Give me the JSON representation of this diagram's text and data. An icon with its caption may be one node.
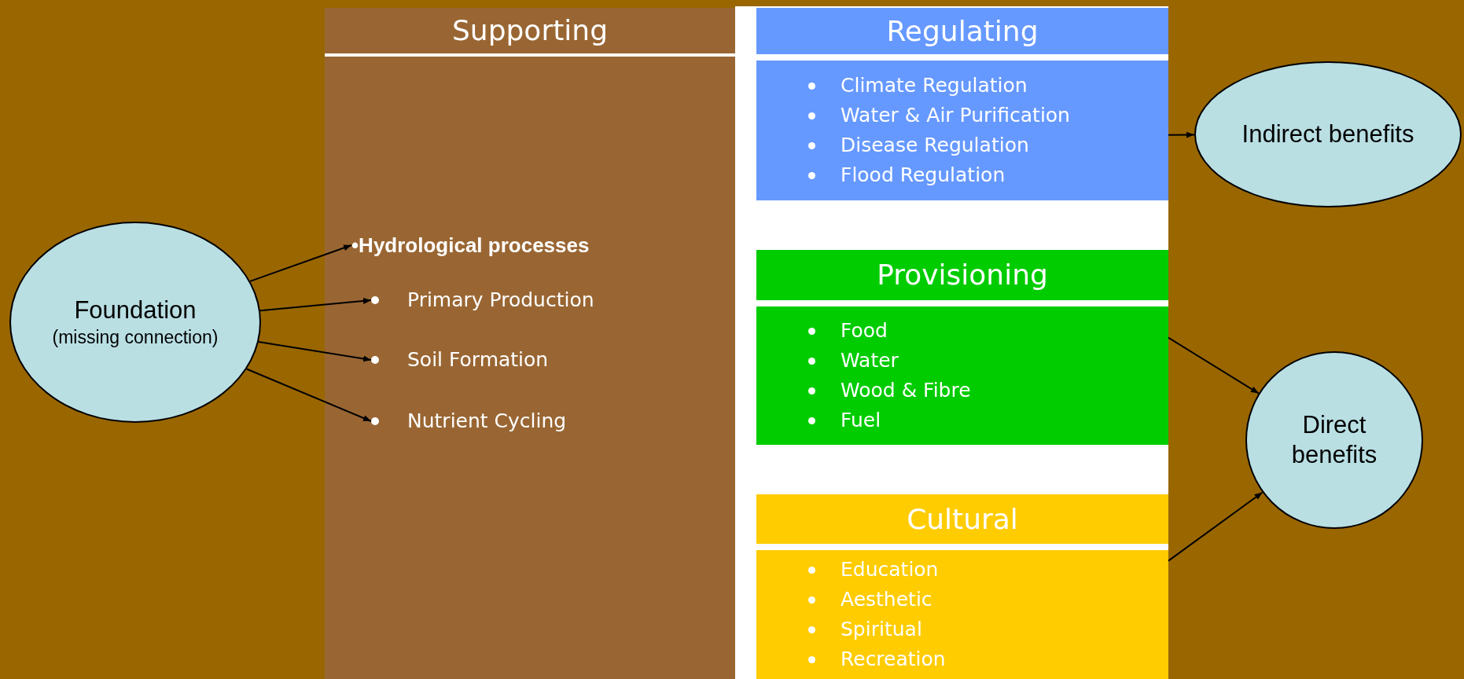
{
  "diagram": {
    "nodes": [
      {
        "text": [
          "Supporting"
        ]
      },
      {
        "text": [
          "•Hydrological processes"
        ],
        "in": 0
      },
      {
        "text": [
          "Primary Production"
        ],
        "in": 0
      },
      {
        "text": [
          "Soil Formation"
        ],
        "in": 0
      },
      {
        "text": [
          "Nutrient Cycling"
        ],
        "in": 0
      },
      {
        "text": [
          "Regulating",
          "Climate Regulation",
          "Water & Air Purification",
          "Disease Regulation",
          "Flood Regulation"
        ]
      },
      {
        "text": [
          "Provisioning",
          "Food",
          "Water",
          "Wood & Fibre",
          "Fuel"
        ]
      },
      {
        "text": [
          "Cultural",
          "Education",
          "Aesthetic",
          "Spiritual",
          "Recreation"
        ]
      },
      {
        "text": [
          "Foundation",
          "(missing connection)"
        ]
      },
      {
        "text": [
          "Indirect benefits"
        ]
      },
      {
        "text": [
          "Direct benefits"
        ]
      }
    ],
    "edges": [
      {
        "from": 8,
        "to": 1,
        "arrow": "to"
      },
      {
        "from": 8,
        "to": 2,
        "arrow": "to"
      },
      {
        "from": 8,
        "to": 3,
        "arrow": "to"
      },
      {
        "from": 8,
        "to": 4,
        "arrow": "to"
      },
      {
        "from": 5,
        "to": 9,
        "arrow": "to"
      },
      {
        "from": 6,
        "to": 10,
        "arrow": "to"
      },
      {
        "from": 7,
        "to": 10,
        "arrow": "to"
      }
    ]
  }
}
